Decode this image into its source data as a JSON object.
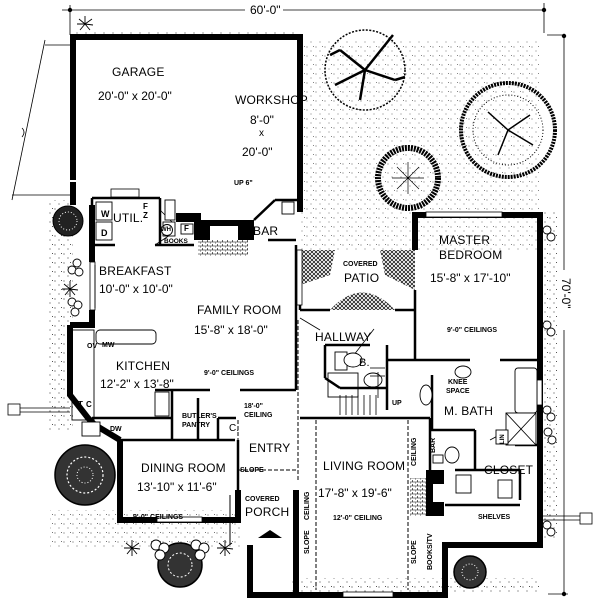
{
  "dimensions": {
    "overall_width": "60'-0\"",
    "overall_depth": "70'-0\""
  },
  "rooms": {
    "garage": {
      "name": "GARAGE",
      "size": "20'-0\" x 20'-0\""
    },
    "workshop": {
      "name": "WORKSHOP",
      "size_w": "8'-0\"",
      "size_x": "x",
      "size_d": "20'-0\"",
      "note": "UP 6\""
    },
    "util": {
      "name": "UTIL.",
      "washer": "W",
      "dryer": "D",
      "freezer": "F\nZ",
      "freezer_f": "F",
      "freezer_z": "Z",
      "water_heater": "WH",
      "furnace": "F",
      "books": "BOOKS"
    },
    "bar_top": {
      "name": "BAR"
    },
    "breakfast": {
      "name": "BREAKFAST",
      "size": "10'-0\" x 10'-0\""
    },
    "family_room": {
      "name": "FAMILY ROOM",
      "size": "15'-8\" x 18'-0\"",
      "ceiling": "9'-0\" CEILINGS"
    },
    "covered_patio": {
      "line1": "COVERED",
      "line2": "PATIO"
    },
    "master_bedroom": {
      "line1": "MASTER",
      "line2": "BEDROOM",
      "size": "15'-8\" x 17'-10\"",
      "ceiling": "9'-0\" CEILINGS"
    },
    "hallway": {
      "name": "HALLWAY",
      "bath": "B.",
      "stair": "UP"
    },
    "kitchen": {
      "name": "KITCHEN",
      "size": "12'-2\" x 13'-8\"",
      "oven": "OV",
      "microwave": "MW",
      "trash": "T",
      "compactor": "C",
      "dishwasher": "DW"
    },
    "butlers_pantry": {
      "line1": "BUTLER'S",
      "line2": "PANTRY",
      "closet": "C."
    },
    "entry": {
      "name": "ENTRY",
      "ceiling_line1": "18'-0\"",
      "ceiling_line2": "CEILING",
      "slope": "SLOPE"
    },
    "dining_room": {
      "name": "DINING ROOM",
      "size": "13'-10\" x 11'-6\"",
      "ceiling": "9'-0\" CEILINGS"
    },
    "covered_porch": {
      "line1": "COVERED",
      "line2": "PORCH"
    },
    "living_room": {
      "name": "LIVING ROOM",
      "size": "17'-8\" x 19'-6\"",
      "ceiling": "12'-0\" CEILING",
      "left_slope": "SLOPE",
      "left_ceiling": "CEILING",
      "right_ceiling": "CEILING",
      "right_slope": "SLOPE",
      "books_tv": "BOOKS/TV",
      "bar": "BAR"
    },
    "master_bath": {
      "name": "M. BATH",
      "knee_line1": "KNEE",
      "knee_line2": "SPACE",
      "linen": "LIN"
    },
    "closet": {
      "name": "CLOSET",
      "shelves": "SHELVES"
    }
  },
  "colors": {
    "wall": "#000000",
    "background": "#ffffff",
    "hatch": "#000000"
  }
}
